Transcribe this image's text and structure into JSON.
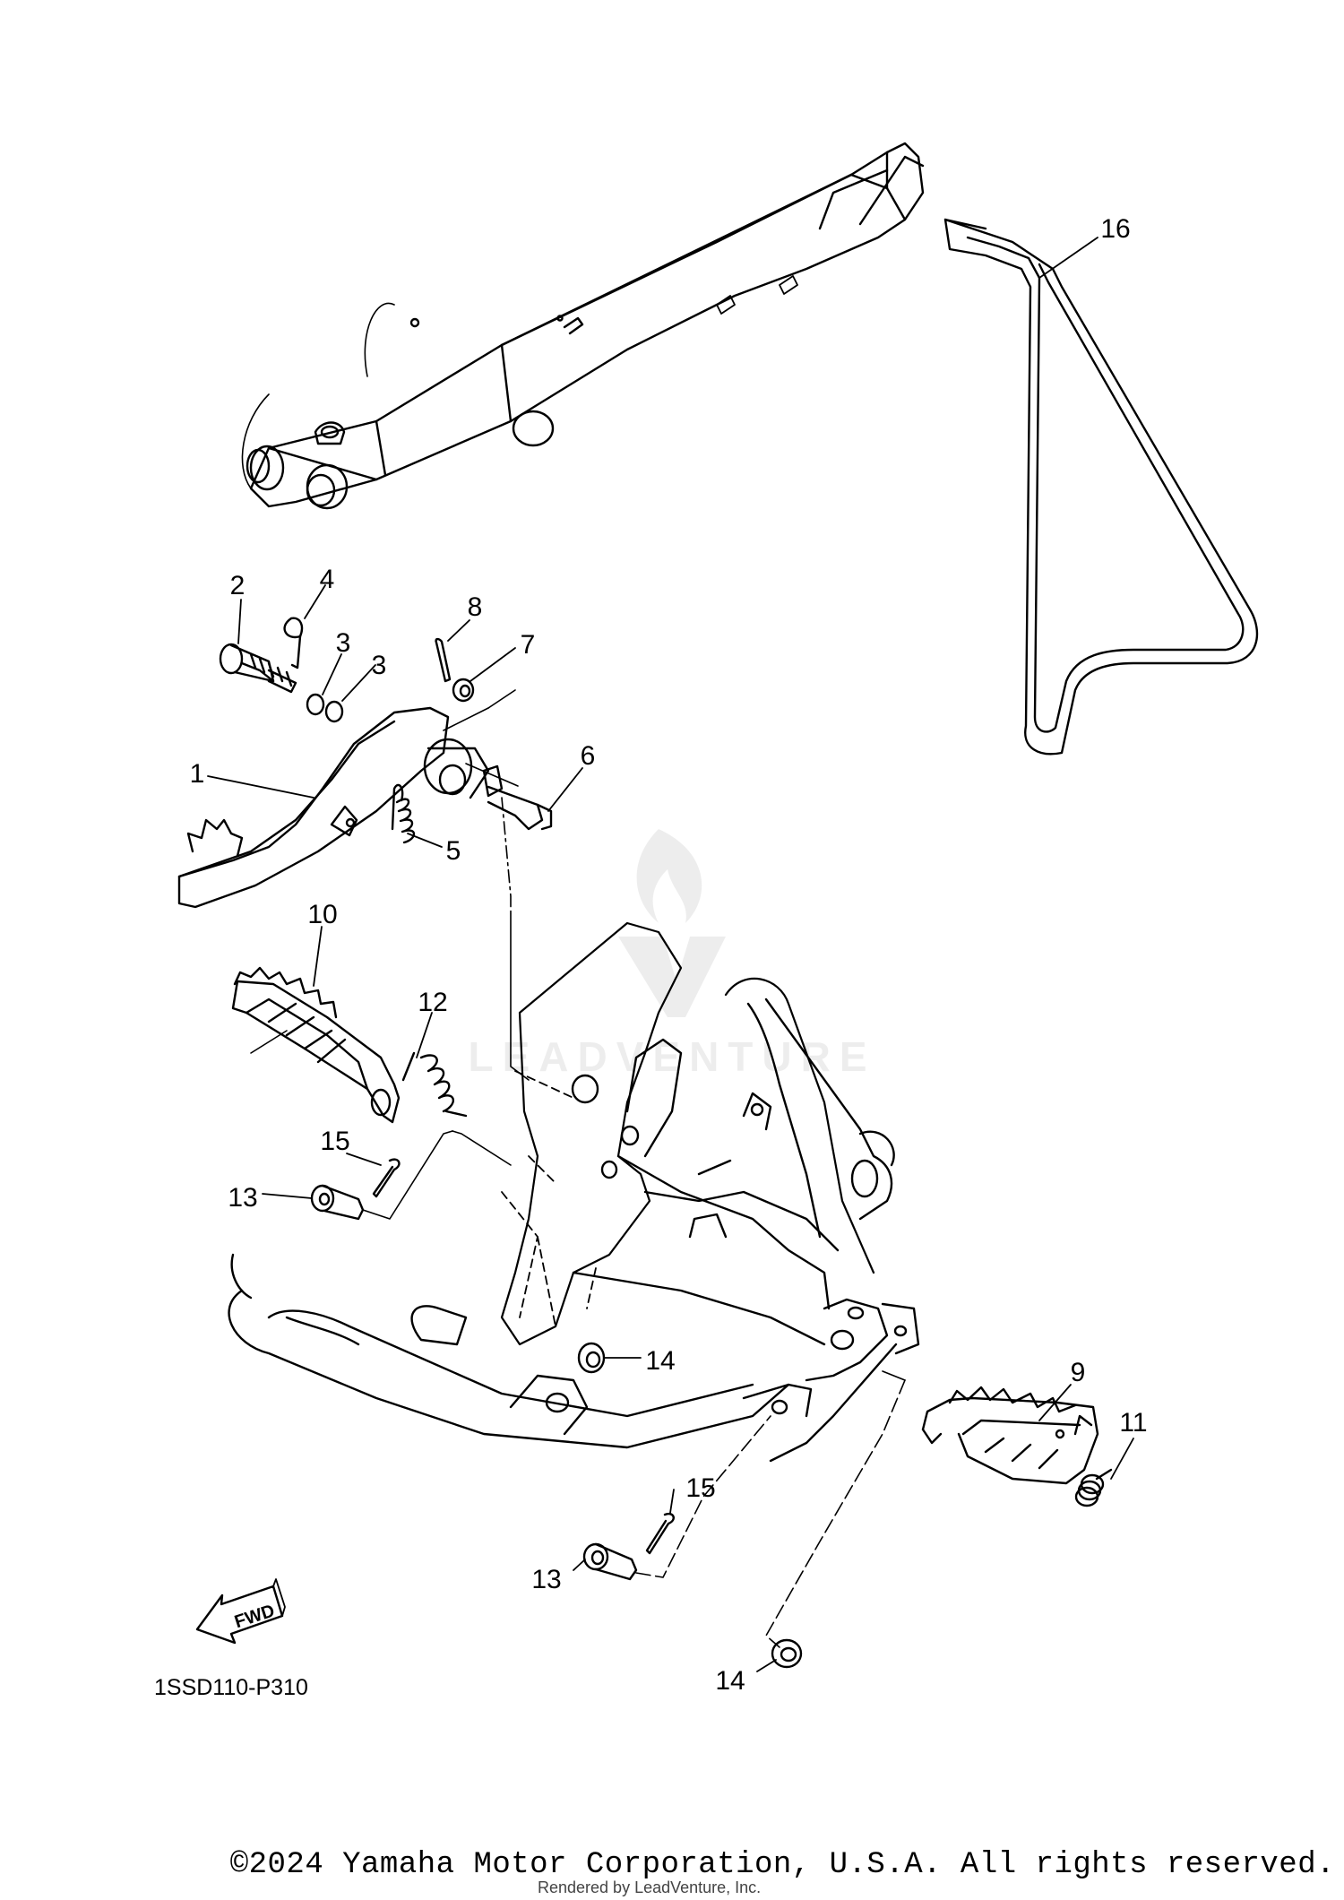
{
  "diagram": {
    "code": "1SSD110-P310",
    "fwd_label": "FWD",
    "callouts": [
      {
        "id": "c1",
        "label": "1"
      },
      {
        "id": "c2",
        "label": "2"
      },
      {
        "id": "c3a",
        "label": "3"
      },
      {
        "id": "c3b",
        "label": "3"
      },
      {
        "id": "c4",
        "label": "4"
      },
      {
        "id": "c5",
        "label": "5"
      },
      {
        "id": "c6",
        "label": "6"
      },
      {
        "id": "c7",
        "label": "7"
      },
      {
        "id": "c8",
        "label": "8"
      },
      {
        "id": "c9",
        "label": "9"
      },
      {
        "id": "c10",
        "label": "10"
      },
      {
        "id": "c11",
        "label": "11"
      },
      {
        "id": "c12",
        "label": "12"
      },
      {
        "id": "c13a",
        "label": "13"
      },
      {
        "id": "c13b",
        "label": "13"
      },
      {
        "id": "c14a",
        "label": "14"
      },
      {
        "id": "c14b",
        "label": "14"
      },
      {
        "id": "c15a",
        "label": "15"
      },
      {
        "id": "c15b",
        "label": "15"
      },
      {
        "id": "c16",
        "label": "16"
      }
    ]
  },
  "watermark": {
    "text": "LEADVENTURE"
  },
  "footer": {
    "copyright": "©2024 Yamaha Motor Corporation, U.S.A. All rights reserved.",
    "rendered_by": "Rendered by LeadVenture, Inc."
  }
}
